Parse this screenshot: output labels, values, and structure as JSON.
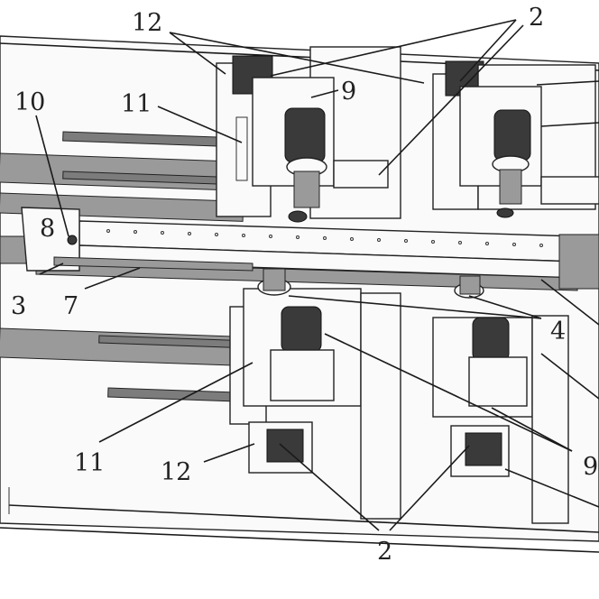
{
  "labels": {
    "l2_top": "2",
    "l12_top": "12",
    "l9_top": "9",
    "l10": "10",
    "l11_top": "11",
    "l8": "8",
    "l3": "3",
    "l7": "7",
    "l4": "4",
    "l11_bottom": "11",
    "l12_bottom": "12",
    "l9_bottom": "9",
    "l2_bottom": "2"
  }
}
